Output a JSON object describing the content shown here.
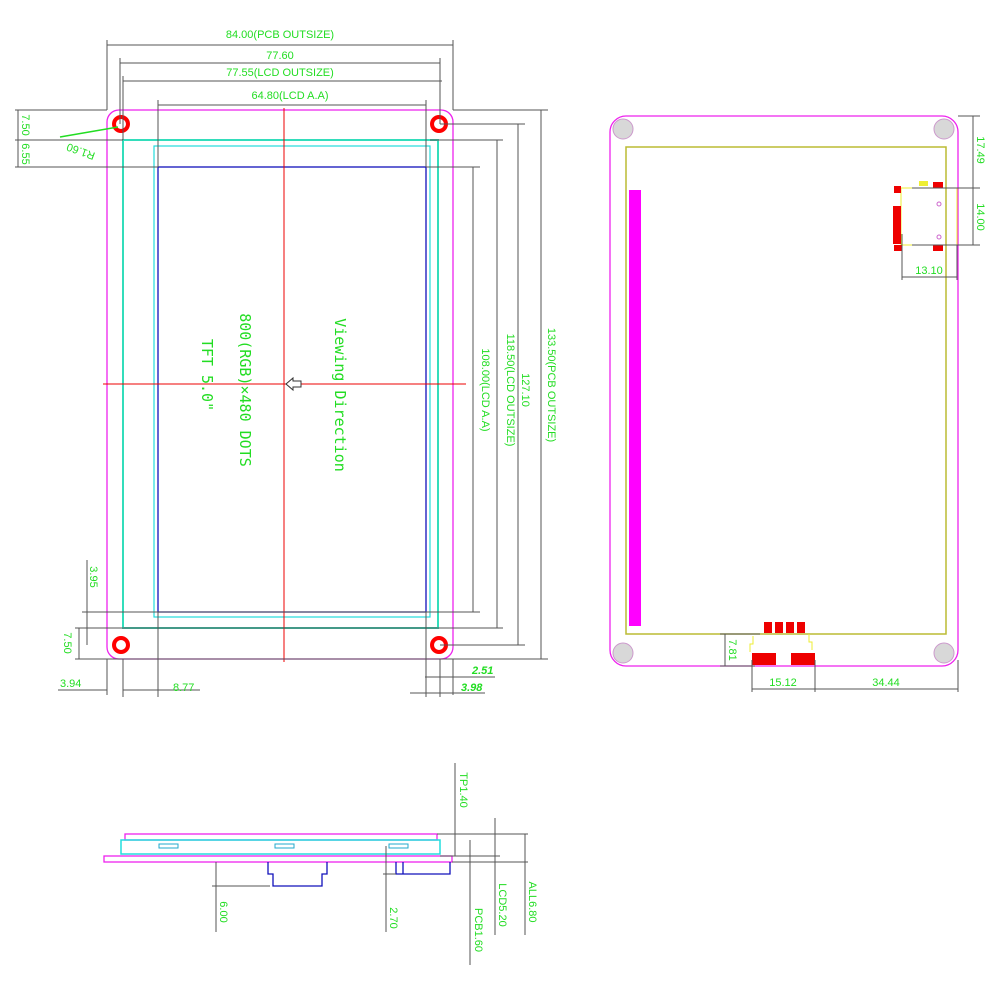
{
  "front_view": {
    "dims": {
      "pcb_width": "84.00(PCB OUTSIZE)",
      "hole_pitch_x": "77.60",
      "lcd_width": "77.55(LCD OUTSIZE)",
      "aa_width": "64.80(LCD A.A)",
      "aa_height": "108.00(LCD A.A)",
      "lcd_height": "118.50(LCD OUTSIZE)",
      "hole_pitch_y": "127.10",
      "pcb_height": "133.50(PCB OUTSIZE)",
      "top_margin": "7.50",
      "top_gap": "6.55",
      "hole_radius": "R1.60",
      "bottom_gap": "3.95",
      "bottom_margin": "7.50",
      "left_margin": "3.94",
      "left_aa": "8.77",
      "right_a": "2.51",
      "right_b": "3.98"
    },
    "labels": {
      "viewing": "Viewing Direction",
      "resolution": "800(RGB)×480 DOTS",
      "size": "TFT 5.0\""
    }
  },
  "back_view": {
    "dims": {
      "conn_top": "17.49",
      "conn_height": "14.00",
      "conn_width": "13.10",
      "bottom_conn_h": "7.81",
      "bottom_conn_w": "15.12",
      "bottom_conn_right": "34.44"
    }
  },
  "side_view": {
    "dims": {
      "tp": "TP1.40",
      "pcb": "PCB1.60",
      "lcd": "LCD5.20",
      "all": "ALL6.80",
      "comp_a": "6.00",
      "comp_b": "2.70"
    }
  },
  "colors": {
    "pcb": "#ee22ee",
    "lcd": "#33ddbb",
    "cyan": "#22dddd",
    "aa": "#1111bb",
    "hole": "#ff0000",
    "text": "#22dd22"
  }
}
